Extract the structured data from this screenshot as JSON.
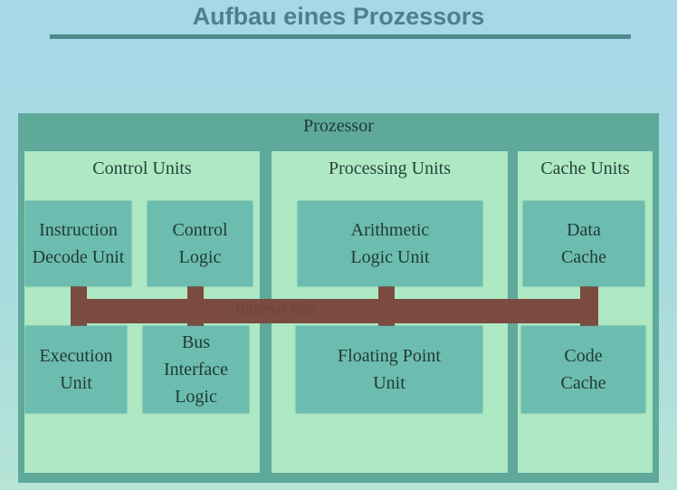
{
  "title": "Aufbau eines Prozessors",
  "processor": {
    "label": "Prozessor"
  },
  "groups": {
    "control": {
      "label": "Control Units",
      "units": [
        "Instruction Decode Unit",
        "Control Logic",
        "Execution Unit",
        "Bus Interface Logic"
      ]
    },
    "processing": {
      "label": "Processing Units",
      "units": [
        "Arithmetic Logic Unit",
        "Floating Point Unit"
      ]
    },
    "cache": {
      "label": "Cache Units",
      "units": [
        "Data Cache",
        "Code Cache"
      ]
    }
  },
  "bus": {
    "label": "Internal Bus"
  },
  "colors": {
    "frame": "#5fa99b",
    "panel": "#aee9c4",
    "unit": "#6dbcb0",
    "bus": "#7b4a40",
    "title": "#4c8090"
  }
}
